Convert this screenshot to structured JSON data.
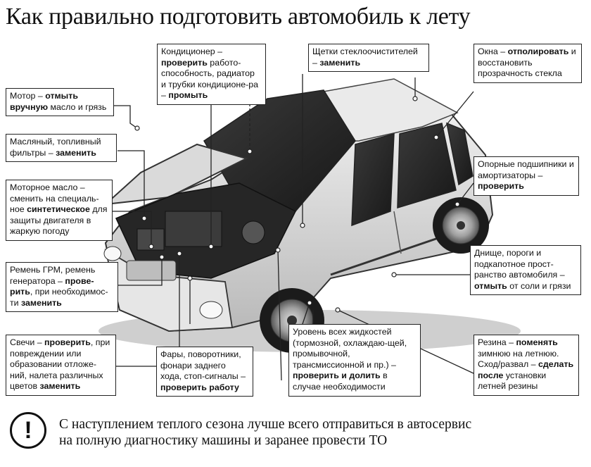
{
  "title": "Как правильно подготовить автомобиль к лету",
  "callouts": {
    "motor": {
      "t1": "Мотор – ",
      "b1": "отмыть вручную",
      "t2": " масло и грязь"
    },
    "filters": {
      "t1": "Масляный, топливный фильтры – ",
      "b1": "заменить"
    },
    "oil": {
      "t1": "Моторное масло – сменить  на специаль-ное ",
      "b1": "синтетическое",
      "t2": " для защиты двигателя в жаркую погоду"
    },
    "timing": {
      "t1": "Ремень ГРМ, ремень генератора – ",
      "b1": "прове-рить",
      "t2": ", при необходимос-ти ",
      "b2": "заменить"
    },
    "plugs": {
      "t1": "Свечи – ",
      "b1": "проверить",
      "t2": ", при повреждении или образовании отложе-ний, налета различных цветов ",
      "b2": "заменить"
    },
    "lights": {
      "t1": "Фары, поворотники, фонари заднего хода, стоп-сигналы – ",
      "b1": "проверить работу"
    },
    "ac": {
      "t1": "Кондиционер – ",
      "b1": "проверить",
      "t2": " работо-способность, радиатор и трубки кондиционе-ра – ",
      "b2": "промыть"
    },
    "wipers": {
      "t1": "Щетки стеклоочистителей – ",
      "b1": "заменить"
    },
    "windows": {
      "t1": "Окна – ",
      "b1": "отполировать",
      "t2": " и восстановить прозрачность стекла"
    },
    "bearings": {
      "t1": "Опорные подшипники и амортизаторы – ",
      "b1": "проверить"
    },
    "underbody": {
      "t1": "Днище, пороги и подкапотное прост-ранство автомобиля – ",
      "b1": "отмыть",
      "t2": " от соли и грязи"
    },
    "fluids": {
      "t1": "Уровень всех жидкостей (тормозной, охлаждаю-щей, промывочной, трансмиссионной и пр.) – ",
      "b1": "проверить и долить",
      "t2": " в случае необходимости"
    },
    "tires": {
      "t1": "Резина – ",
      "b1": "поменять",
      "t2": " зимнюю на летнюю. Сход/развал – ",
      "b2": "сделать после",
      "t3": " установки летней резины"
    }
  },
  "warning_icon": "!",
  "note": {
    "line1": "С наступлением теплого сезона лучше всего отправиться в автосервис",
    "line2": "на полную диагностику машины и заранее провести ТО"
  }
}
